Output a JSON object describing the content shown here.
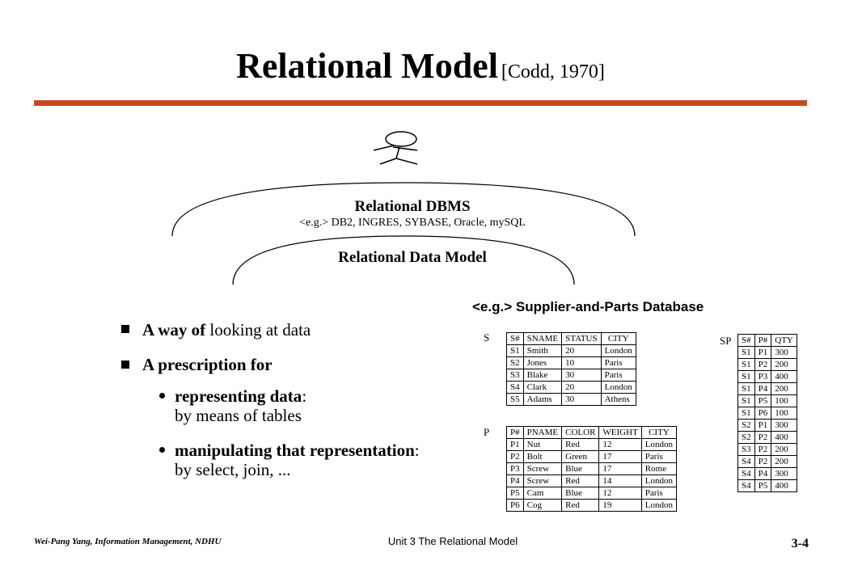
{
  "title": {
    "main": "Relational Model",
    "citation": "[Codd, 1970]"
  },
  "dbms": {
    "title": "Relational DBMS",
    "subtitle": "<e.g.> DB2, INGRES, SYBASE, Oracle, mySQL"
  },
  "data_model": {
    "title": "Relational Data Model"
  },
  "bullets": [
    {
      "bold": "A way of",
      "rest": " looking at data"
    },
    {
      "bold": "A prescription for",
      "rest": ""
    }
  ],
  "sub_bullets": [
    {
      "bold": "representing data",
      "rest": ":",
      "line2": "by means of tables"
    },
    {
      "bold": "manipulating that representation",
      "rest": ":",
      "line2": "by select, join, ..."
    }
  ],
  "example": {
    "title": "<e.g.> Supplier-and-Parts Database",
    "s_table": {
      "label": "S",
      "headers": [
        "S#",
        "SNAME",
        "STATUS",
        "CITY"
      ],
      "rows": [
        [
          "S1",
          "Smith",
          "20",
          "London"
        ],
        [
          "S2",
          "Jones",
          "10",
          "Paris"
        ],
        [
          "S3",
          "Blake",
          "30",
          "Paris"
        ],
        [
          "S4",
          "Clark",
          "20",
          "London"
        ],
        [
          "S5",
          "Adams",
          "30",
          "Athens"
        ]
      ]
    },
    "p_table": {
      "label": "P",
      "headers": [
        "P#",
        "PNAME",
        "COLOR",
        "WEIGHT",
        "CITY"
      ],
      "rows": [
        [
          "P1",
          "Nut",
          "Red",
          "12",
          "London"
        ],
        [
          "P2",
          "Bolt",
          "Green",
          "17",
          "Paris"
        ],
        [
          "P3",
          "Screw",
          "Blue",
          "17",
          "Rome"
        ],
        [
          "P4",
          "Screw",
          "Red",
          "14",
          "London"
        ],
        [
          "P5",
          "Cam",
          "Blue",
          "12",
          "Paris"
        ],
        [
          "P6",
          "Cog",
          "Red",
          "19",
          "London"
        ]
      ]
    },
    "sp_table": {
      "label": "SP",
      "headers": [
        "S#",
        "P#",
        "QTY"
      ],
      "rows": [
        [
          "S1",
          "P1",
          "300"
        ],
        [
          "S1",
          "P2",
          "200"
        ],
        [
          "S1",
          "P3",
          "400"
        ],
        [
          "S1",
          "P4",
          "200"
        ],
        [
          "S1",
          "P5",
          "100"
        ],
        [
          "S1",
          "P6",
          "100"
        ],
        [
          "S2",
          "P1",
          "300"
        ],
        [
          "S2",
          "P2",
          "400"
        ],
        [
          "S3",
          "P2",
          "200"
        ],
        [
          "S4",
          "P2",
          "200"
        ],
        [
          "S4",
          "P4",
          "300"
        ],
        [
          "S4",
          "P5",
          "400"
        ]
      ]
    }
  },
  "footer": {
    "author": "Wei-Pang Yang, Information Management, NDHU",
    "unit": "Unit 3  The Relational Model",
    "page": "3-4"
  },
  "colors": {
    "rule": "#c84a1c"
  }
}
